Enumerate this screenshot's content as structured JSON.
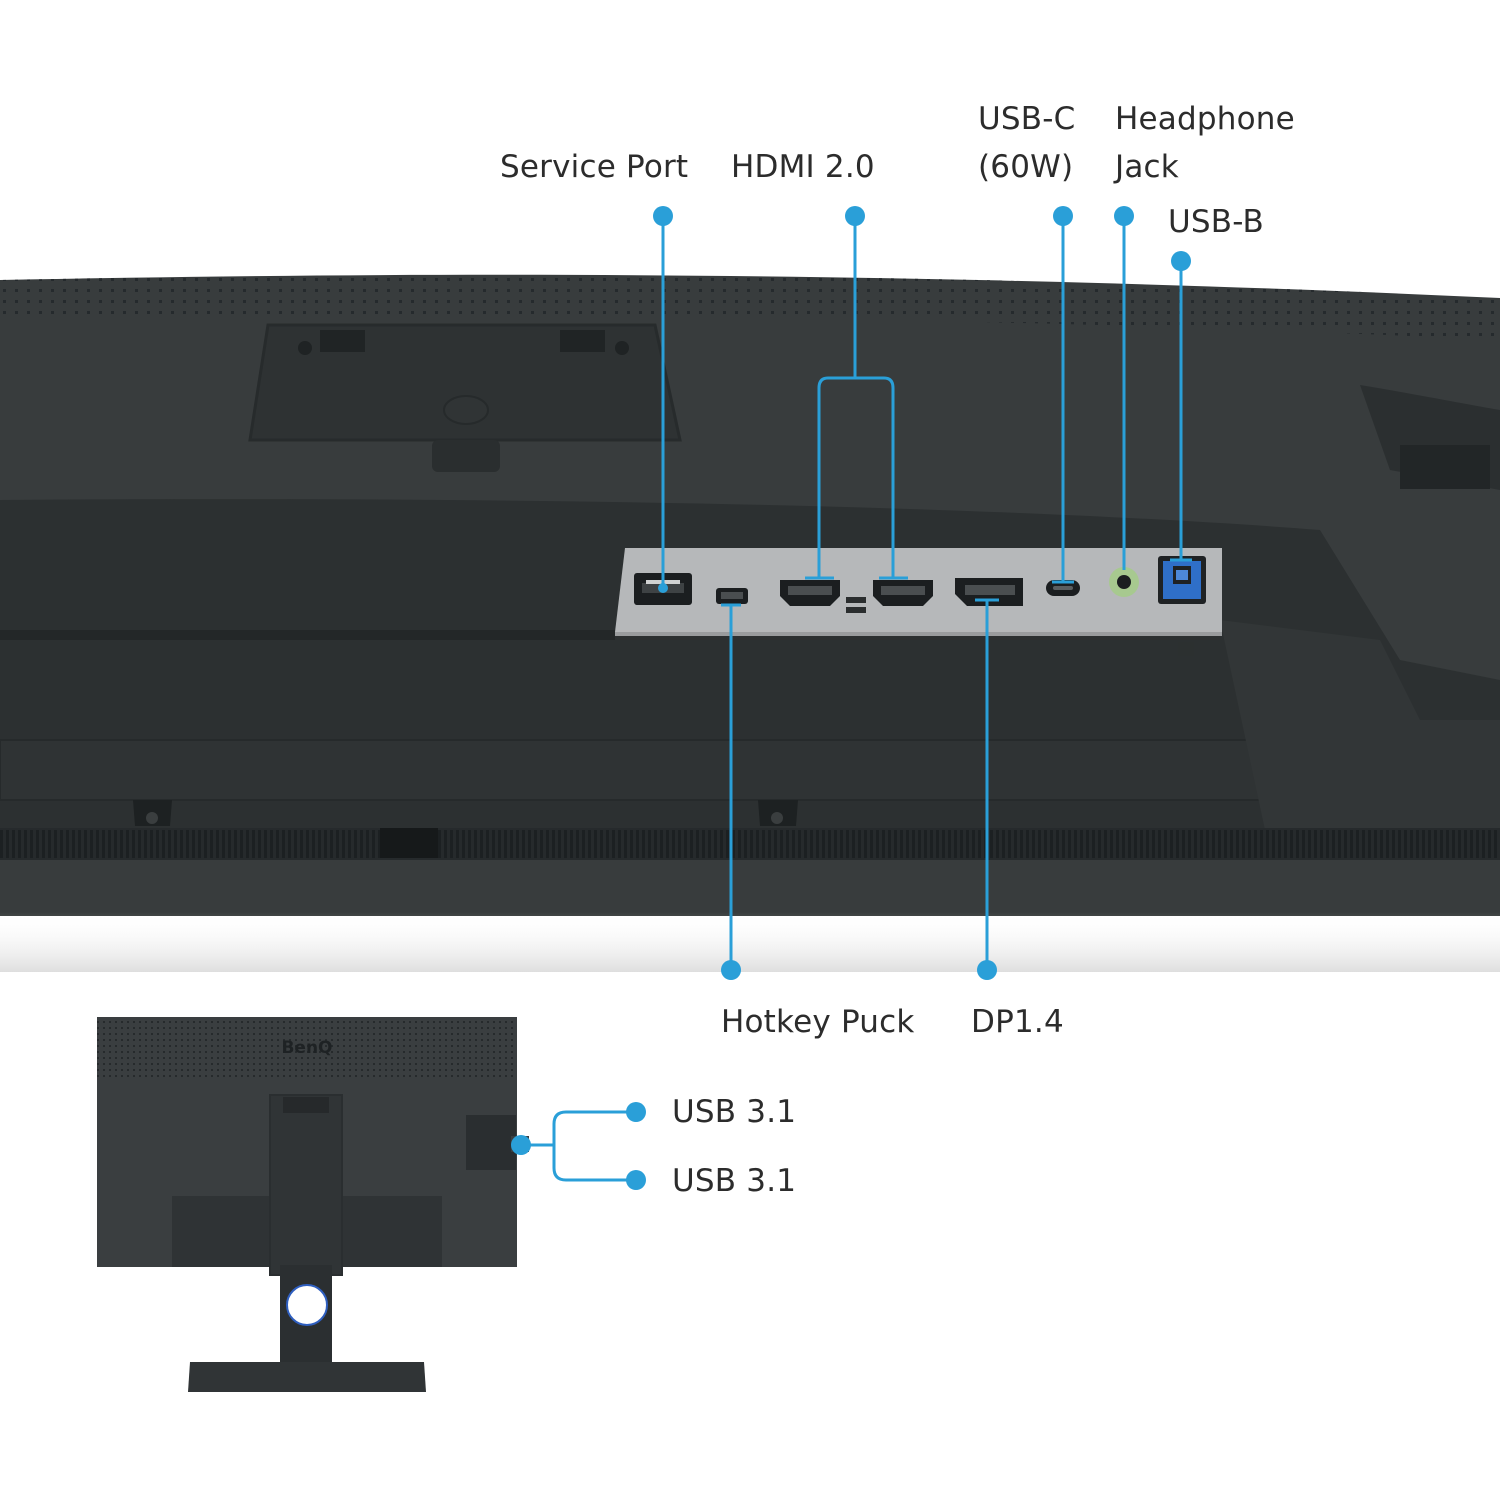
{
  "colors": {
    "accent": "#2a9fd8",
    "chassis": "#373b3c",
    "chassis_dark": "#24282a",
    "port_panel": "#b6b8ba",
    "label_text": "#2c2c2c"
  },
  "labels": {
    "service_port": "Service Port",
    "hdmi": "HDMI 2.0",
    "usbc_line1": "USB-C",
    "usbc_line2": "(60W)",
    "headphone_line1": "Headphone",
    "headphone_line2": "Jack",
    "usbb": "USB-B",
    "hotkey": "Hotkey Puck",
    "dp": "DP1.4",
    "usb31_top": "USB 3.1",
    "usb31_bottom": "USB 3.1"
  },
  "logo": {
    "brand": "BenQ"
  }
}
